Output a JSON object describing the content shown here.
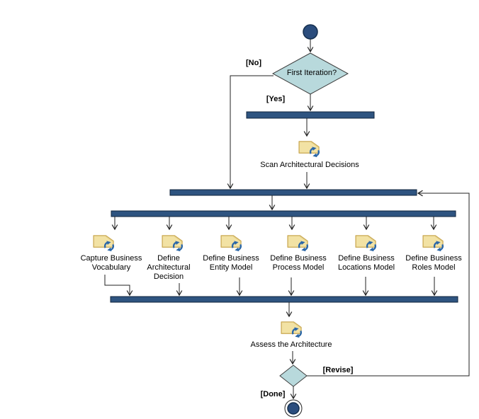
{
  "colors": {
    "background": "#ffffff",
    "text-color": "#000000",
    "edge-color": "#222222",
    "bar-color": "#2e5480",
    "bar-stroke": "#10243c",
    "diamond-fill": "#b8d9dc",
    "diamond-stroke": "#404040",
    "node-fill": "#2b4d7d",
    "node-stroke": "#16304f",
    "icon-fill": "#f2e2a4",
    "icon-stroke": "#c9a852",
    "icon-arrow-color": "#2b67a8"
  },
  "nodes": {
    "decision_first_iteration": "First Iteration?",
    "guard_no": "[No]",
    "guard_yes": "[Yes]",
    "guard_revise": "[Revise]",
    "guard_done": "[Done]",
    "scan_activity": "Scan Architectural Decisions",
    "assess_activity": "Assess the Architecture",
    "parallel_activities": [
      {
        "lines": [
          "Capture Business",
          "Vocabulary"
        ]
      },
      {
        "lines": [
          "Define",
          "Architectural",
          "Decision"
        ]
      },
      {
        "lines": [
          "Define Business",
          "Entity Model"
        ]
      },
      {
        "lines": [
          "Define Business",
          "Process Model"
        ]
      },
      {
        "lines": [
          "Define Business",
          "Locations Model"
        ]
      },
      {
        "lines": [
          "Define Business",
          "Roles Model"
        ]
      }
    ]
  }
}
